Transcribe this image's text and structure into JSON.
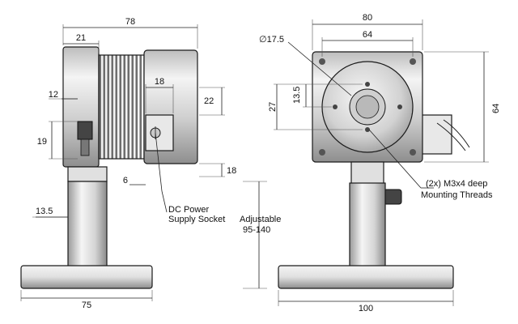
{
  "side_view": {
    "dim_overall_width": "78",
    "dim_front_ring": "21",
    "dim_socket_offset": "18",
    "dim_socket_height": "22",
    "dim_left_12": "12",
    "dim_left_19": "19",
    "dim_6": "6",
    "dim_18_bottom": "18",
    "dim_post_13_5": "13.5",
    "dim_base_75": "75",
    "label_socket_line1": "DC Power",
    "label_socket_line2": "Supply Socket",
    "label_adjustable_line1": "Adjustable",
    "label_adjustable_line2": "95-140"
  },
  "front_view": {
    "dim_width_80": "80",
    "dim_width_64": "64",
    "dim_dia_17_5": "∅17.5",
    "dim_27": "27",
    "dim_13_5": "13.5",
    "dim_height_64": "64",
    "dim_base_100": "100",
    "label_threads_line1": "(2x) M3x4 deep",
    "label_threads_line2": "Mounting Threads"
  },
  "colors": {
    "body_dark": "#3a3a3a",
    "body_light": "#d8d8d8",
    "fin_light": "#f2f2f2",
    "fin_dark": "#6d6d6d",
    "base_fill": "#e6e6e6"
  }
}
